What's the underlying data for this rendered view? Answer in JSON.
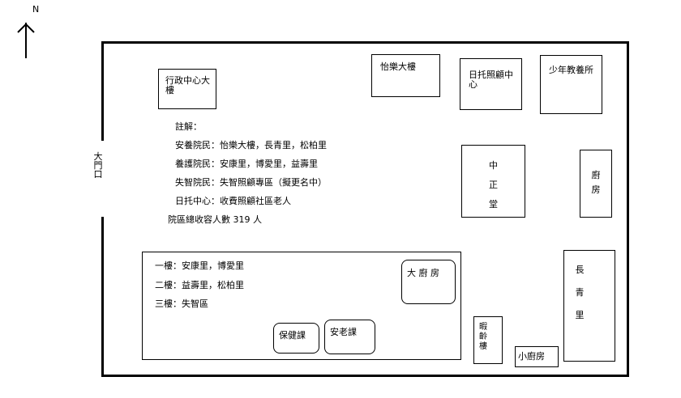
{
  "compass": {
    "label": "N",
    "icon": "north-arrow-icon"
  },
  "gate": [
    "大",
    "門",
    "口"
  ],
  "buildings": {
    "admin": [
      "行政中心大",
      "樓"
    ],
    "yile": "怡樂大樓",
    "daycare": [
      "日托照顧中",
      "心"
    ],
    "juvenile": "少年教養所",
    "zhongzheng": [
      "中",
      "正",
      "堂"
    ],
    "kitchen": [
      "廚",
      "房"
    ],
    "changqing": [
      "長",
      "青",
      "里"
    ],
    "big_kitchen": "大 廚 房",
    "health": "保健課",
    "elder_care": "安老課",
    "hall": [
      "暇",
      "齡",
      "樓"
    ],
    "small_kitchen": "小廚房"
  },
  "notes": {
    "title": "註解：",
    "lines": [
      "安養院民：怡樂大樓，長青里，松柏里",
      "養護院民：安康里，博愛里，益壽里",
      "失智院民：失智照顧專區（擬更名中）",
      "日托中心：收費照顧社區老人"
    ],
    "total": "院區總收容人數 319 人"
  },
  "floors": [
    "一樓：安康里，博愛里",
    "二樓：益壽里，松柏里",
    "三樓：失智區"
  ]
}
